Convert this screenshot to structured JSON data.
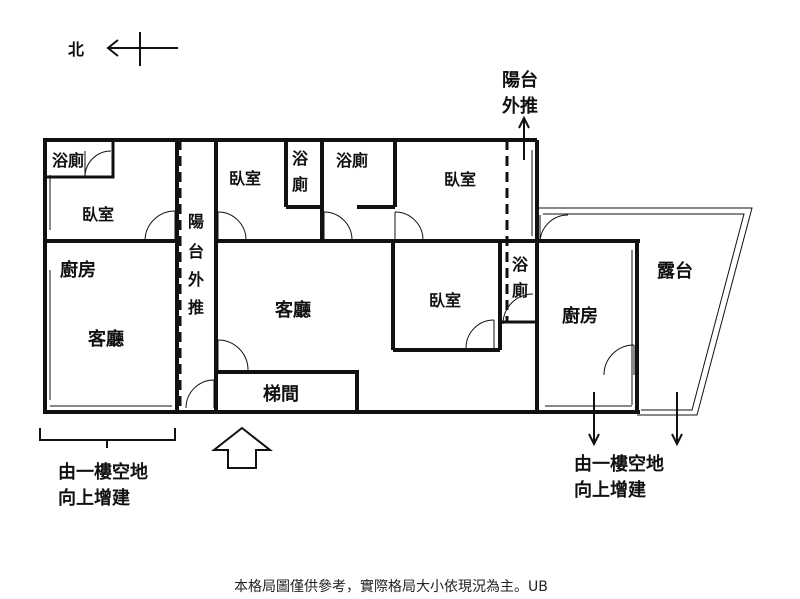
{
  "compass": {
    "label": "北"
  },
  "rooms": {
    "bath_left": "浴廁",
    "bedroom_left": "臥室",
    "kitchen_left": "廚房",
    "living_left": "客廳",
    "balcony_push_left": [
      "陽",
      "台",
      "外",
      "推"
    ],
    "bedroom_mid": "臥室",
    "bath_mid_small": [
      "浴",
      "廁"
    ],
    "bath_mid": "浴廁",
    "bedroom_right_top": "臥室",
    "living_center": "客廳",
    "stair": "梯間",
    "bedroom_center": "臥室",
    "bath_right_small": [
      "浴",
      "廁"
    ],
    "kitchen_right": "廚房",
    "terrace": "露台"
  },
  "notes": {
    "balcony_push_top": [
      "陽台",
      "外推"
    ],
    "extension_left": [
      "由一樓空地",
      "向上增建"
    ],
    "extension_right": [
      "由一樓空地",
      "向上增建"
    ]
  },
  "footer": "本格局圖僅供參考，實際格局大小依現況為主。UB"
}
